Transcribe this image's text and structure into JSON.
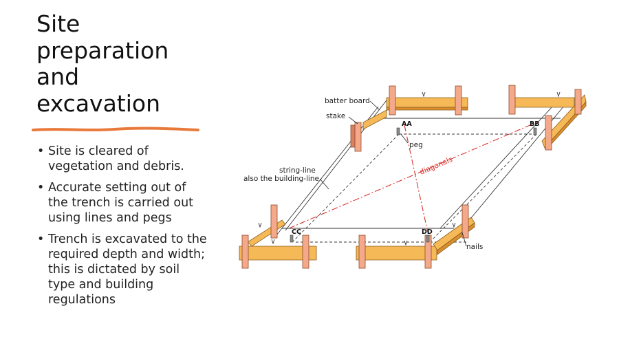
{
  "slide": {
    "title_lines": [
      "Site",
      "preparation",
      "and",
      "excavation"
    ],
    "accent_color": "#e8793a",
    "bullets": [
      "Site is cleared of vegetation and debris.",
      "Accurate setting out of the trench is carried out using lines and pegs",
      "Trench is excavated to the required depth and width; this is dictated by soil type and building regulations"
    ],
    "bullet_char": "•"
  },
  "diagram": {
    "labels": {
      "batter_board": "batter board",
      "stake": "stake",
      "peg": "peg",
      "string_line": "string-line",
      "building_line": "also the building-line",
      "diagonals": "diagonals",
      "nails": "nails"
    },
    "corners": {
      "aa": "AA",
      "bb": "BB",
      "cc": "CC",
      "dd": "DD"
    }
  }
}
